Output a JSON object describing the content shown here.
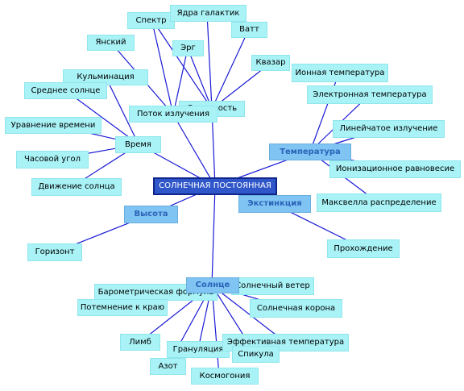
{
  "root": {
    "label": "СОЛНЕЧНАЯ ПОСТОЯННАЯ"
  },
  "hubs": {
    "temperatura": "Температура",
    "ekstinktsiya": "Экстинкция",
    "vysota": "Высота",
    "solntse": "Солнце",
    "vremya": "Время",
    "potok": "Поток излучения",
    "svetimost": "Светимость"
  },
  "leaves": {
    "spektr": "Спектр",
    "yadra": "Ядра галактик",
    "vatt": "Ватт",
    "yanskiy": "Янский",
    "erg": "Эрг",
    "kvazar": "Квазар",
    "ionnaya": "Ионная температура",
    "kulminatsiya": "Кульминация",
    "srednee": "Среднее солнце",
    "elektronnaya": "Электронная температура",
    "uravnenie": "Уравнение времени",
    "lineychatoe": "Линейчатое излучение",
    "chasovoy": "Часовой угол",
    "ionizatsionnoe": "Ионизационное равновесие",
    "dvizhenie": "Движение солнца",
    "maksvell": "Максвелла распределение",
    "gorizont": "Горизонт",
    "prokhozhdenie": "Прохождение",
    "veter": "Солнечный ветер",
    "barometricheskaya": "Барометрическая формула",
    "potemnenie": "Потемнение к краю",
    "korona": "Солнечная корона",
    "limb": "Лимб",
    "granulyatsiya": "Грануляция",
    "effektivnaya": "Эффективная температура",
    "spikula": "Спикула",
    "azot": "Азот",
    "kosmogoniya": "Космогония"
  }
}
